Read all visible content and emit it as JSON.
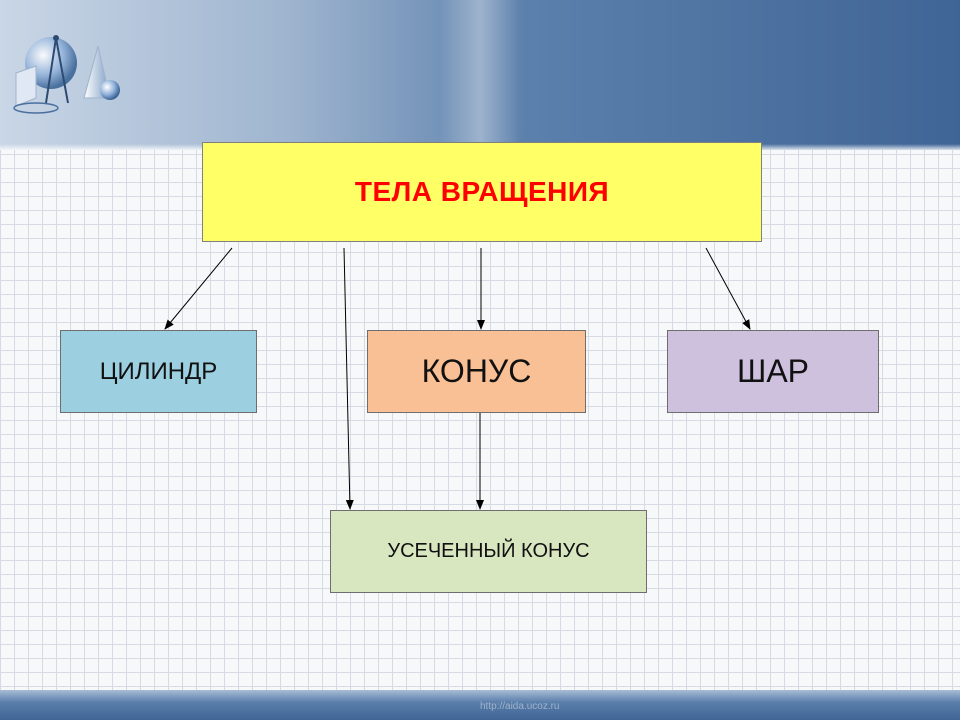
{
  "diagram": {
    "title": "ТЕЛА ВРАЩЕНИЯ",
    "nodes": {
      "cylinder": "ЦИЛИНДР",
      "cone": "КОНУС",
      "sphere": "ШАР",
      "frustum": "УСЕЧЕННЫЙ КОНУС"
    },
    "edges": [
      {
        "from": "title",
        "to": "cylinder"
      },
      {
        "from": "title",
        "to": "cone"
      },
      {
        "from": "title",
        "to": "sphere"
      },
      {
        "from": "title",
        "to": "frustum"
      },
      {
        "from": "cone",
        "to": "frustum"
      }
    ]
  },
  "footer": {
    "url": "http://aida.ucoz.ru"
  },
  "colors": {
    "title_fill": "#ffff66",
    "title_text": "#ff0000",
    "cylinder_fill": "#9ccfdf",
    "cone_fill": "#f9c096",
    "sphere_fill": "#cdc1dd",
    "frustum_fill": "#d9e7c0"
  },
  "icons": {
    "logo": "geometry-shapes-logo"
  }
}
